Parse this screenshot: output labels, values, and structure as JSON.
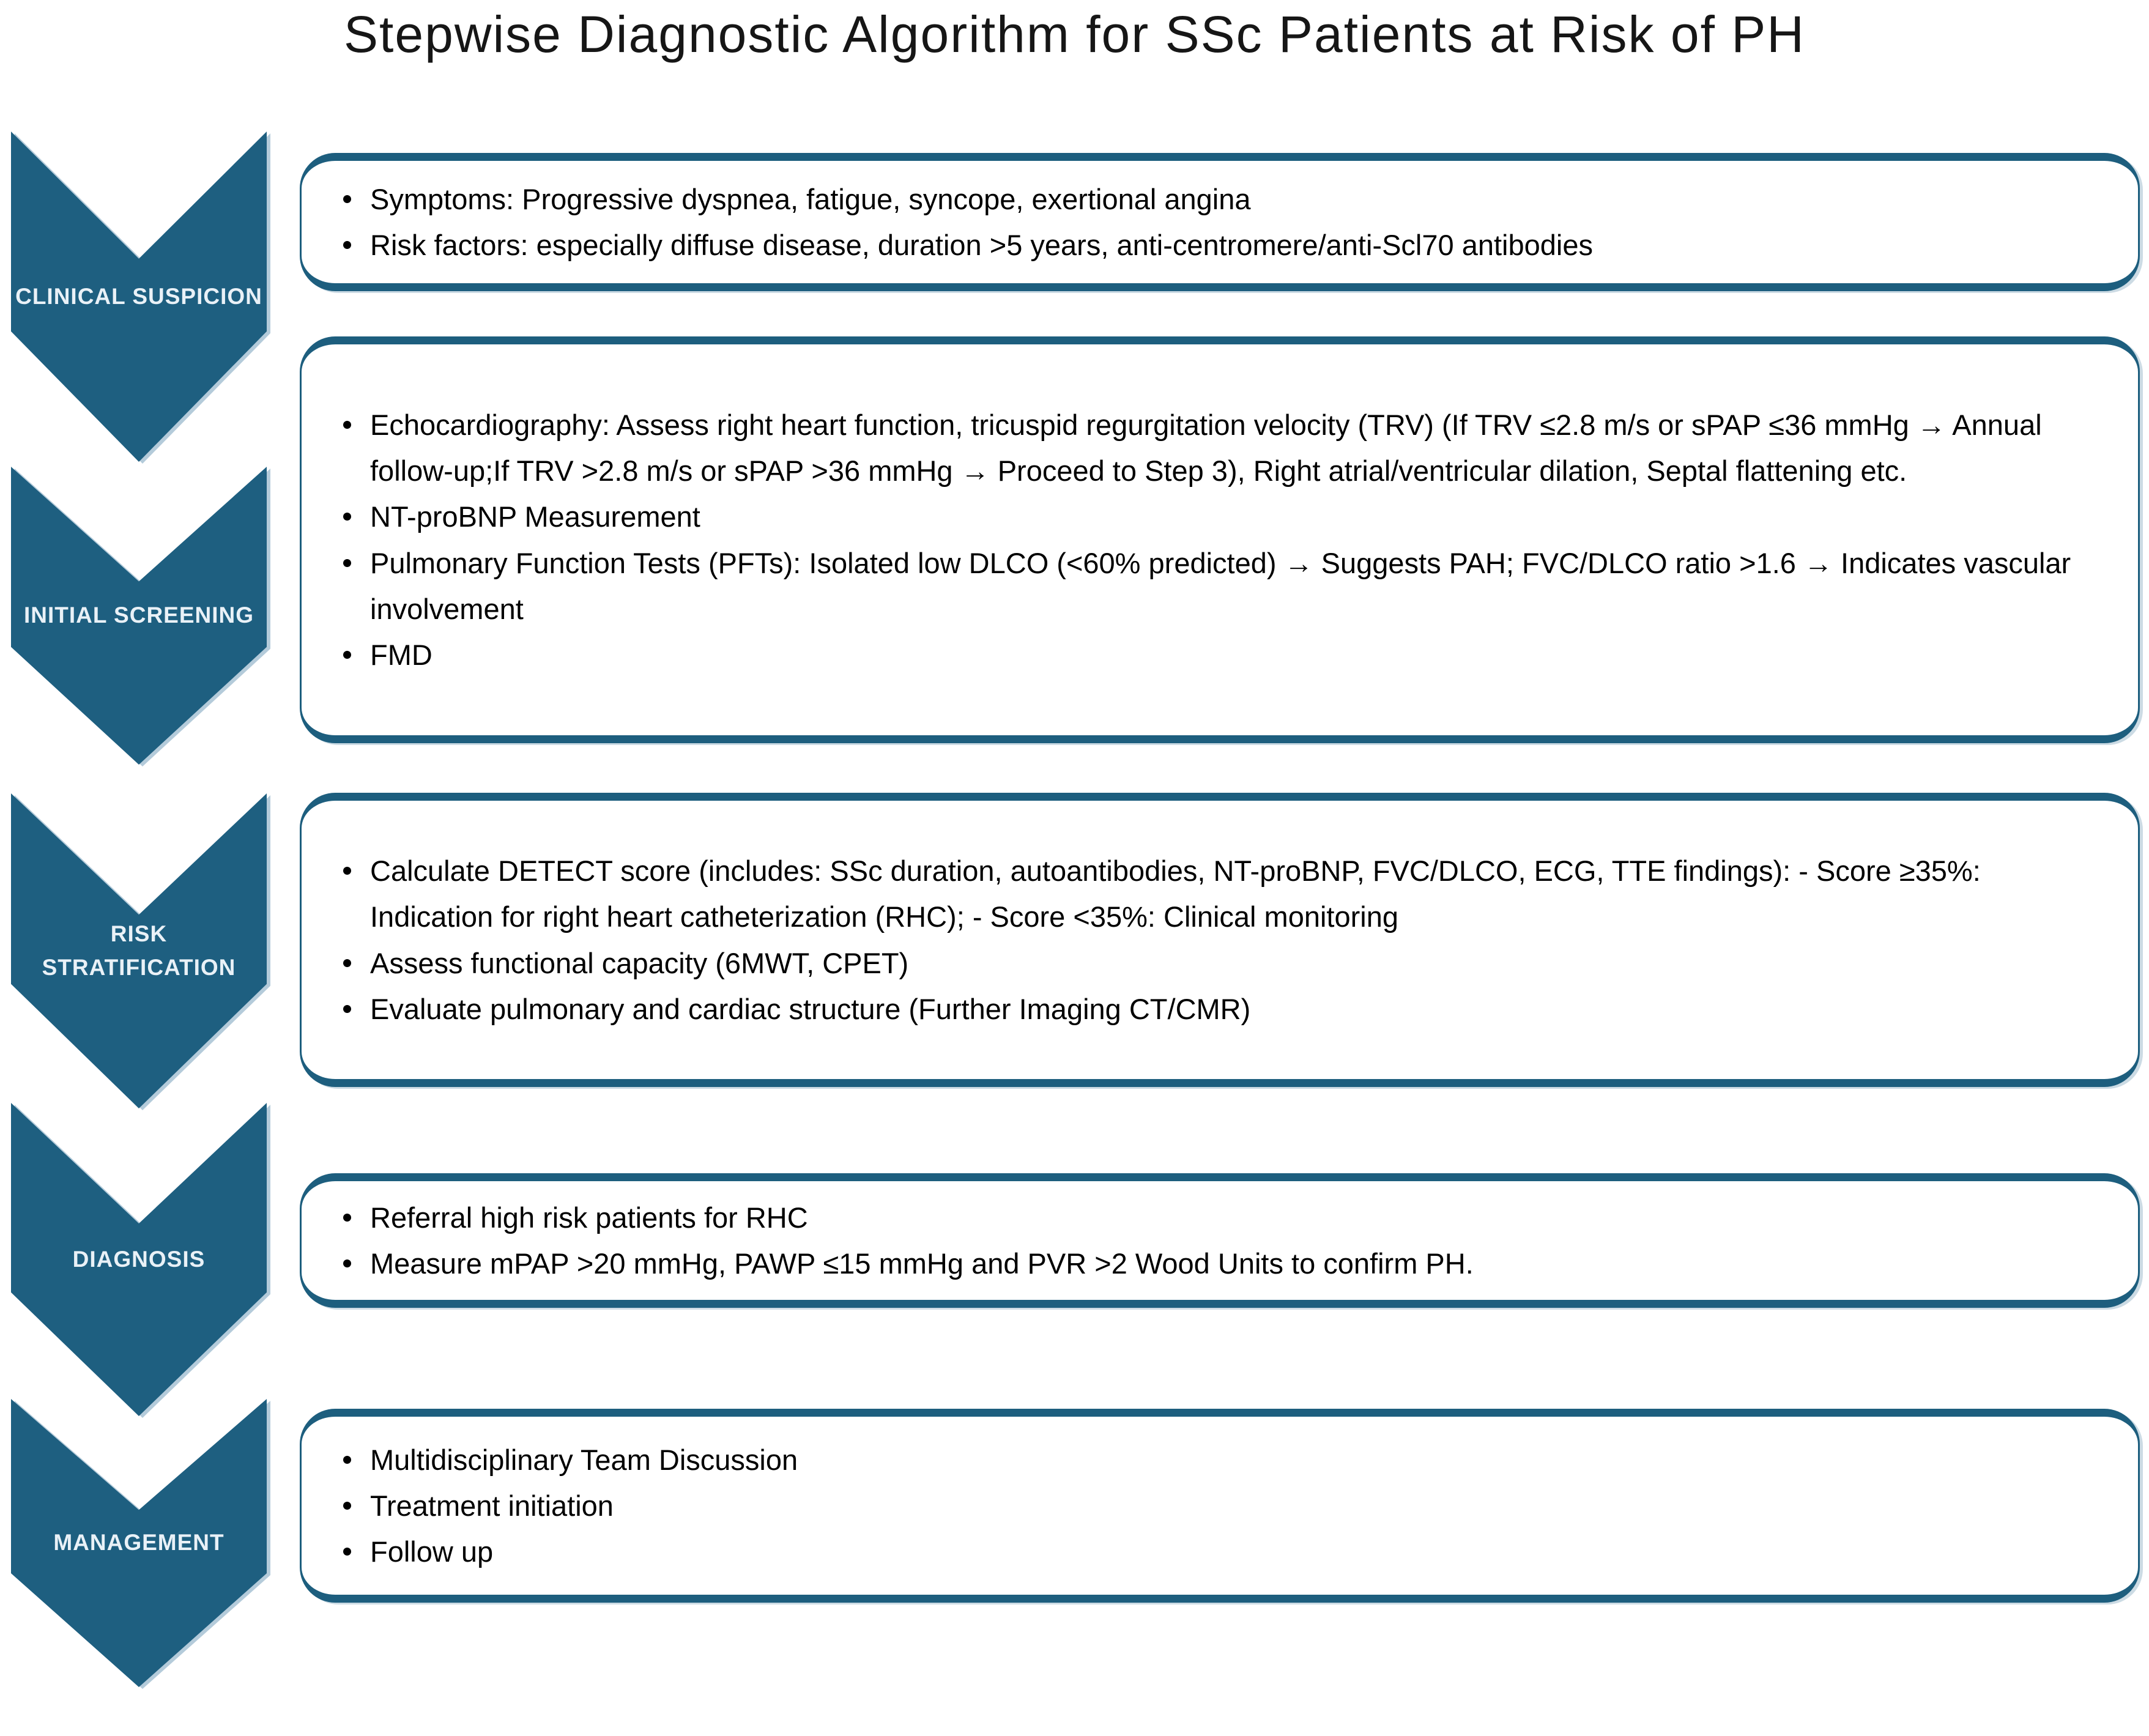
{
  "title": "Stepwise Diagnostic Algorithm for SSc Patients at Risk of PH",
  "colors": {
    "chevron_fill": "#1e5f80",
    "box_border": "#1d5e7e",
    "chevron_label_color": "#e9f1f7",
    "text_color": "#000000",
    "background": "#ffffff",
    "shadow": "#b4cbda"
  },
  "steps": [
    {
      "label": "CLINICAL SUSPICION",
      "bullets": [
        "Symptoms: Progressive dyspnea, fatigue, syncope, exertional angina",
        "Risk factors: especially diffuse disease, duration >5 years, anti-centromere/anti-Scl70 antibodies"
      ]
    },
    {
      "label": "INITIAL SCREENING",
      "bullets": [
        "Echocardiography: Assess right heart function, tricuspid regurgitation velocity (TRV) (If TRV ≤2.8 m/s or sPAP ≤36 mmHg → Annual follow-up;If TRV >2.8 m/s or sPAP >36 mmHg → Proceed to Step 3), Right atrial/ventricular dilation, Septal flattening etc.",
        "NT-proBNP Measurement",
        "Pulmonary Function Tests (PFTs):  Isolated low DLCO (<60% predicted) → Suggests PAH; FVC/DLCO ratio >1.6 → Indicates vascular involvement",
        "FMD"
      ]
    },
    {
      "label": "RISK STRATIFICATION",
      "bullets": [
        "Calculate DETECT score (includes: SSc duration, autoantibodies, NT-proBNP, FVC/DLCO, ECG, TTE findings): - Score ≥35%: Indication for right heart catheterization (RHC); - Score <35%: Clinical monitoring",
        "Assess functional capacity (6MWT, CPET)",
        "Evaluate pulmonary and cardiac structure (Further Imaging CT/CMR)"
      ]
    },
    {
      "label": "DIAGNOSIS",
      "bullets": [
        "Referral high risk patients for RHC",
        "Measure mPAP >20 mmHg, PAWP ≤15 mmHg and PVR >2 Wood Units to confirm PH."
      ]
    },
    {
      "label": "MANAGEMENT",
      "bullets": [
        "Multidisciplinary Team Discussion",
        "Treatment initiation",
        "Follow up"
      ]
    }
  ]
}
